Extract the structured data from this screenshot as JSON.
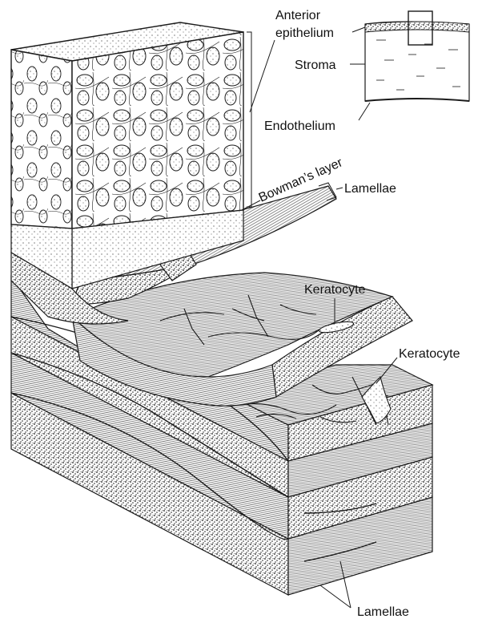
{
  "figure": {
    "labels": {
      "anterior_epithelium_line1": "Anterior",
      "anterior_epithelium_line2": "epithelium",
      "stroma": "Stroma",
      "endothelium": "Endothelium",
      "bowmans_layer": "Bowman’s layer",
      "lamellae_top": "Lamellae",
      "keratocyte_upper": "Keratocyte",
      "keratocyte_lower": "Keratocyte",
      "lamellae_bottom": "Lamellae"
    },
    "colors": {
      "ink": "#1a1a1a",
      "background": "#ffffff",
      "stipple": "#3a3a3a"
    }
  }
}
